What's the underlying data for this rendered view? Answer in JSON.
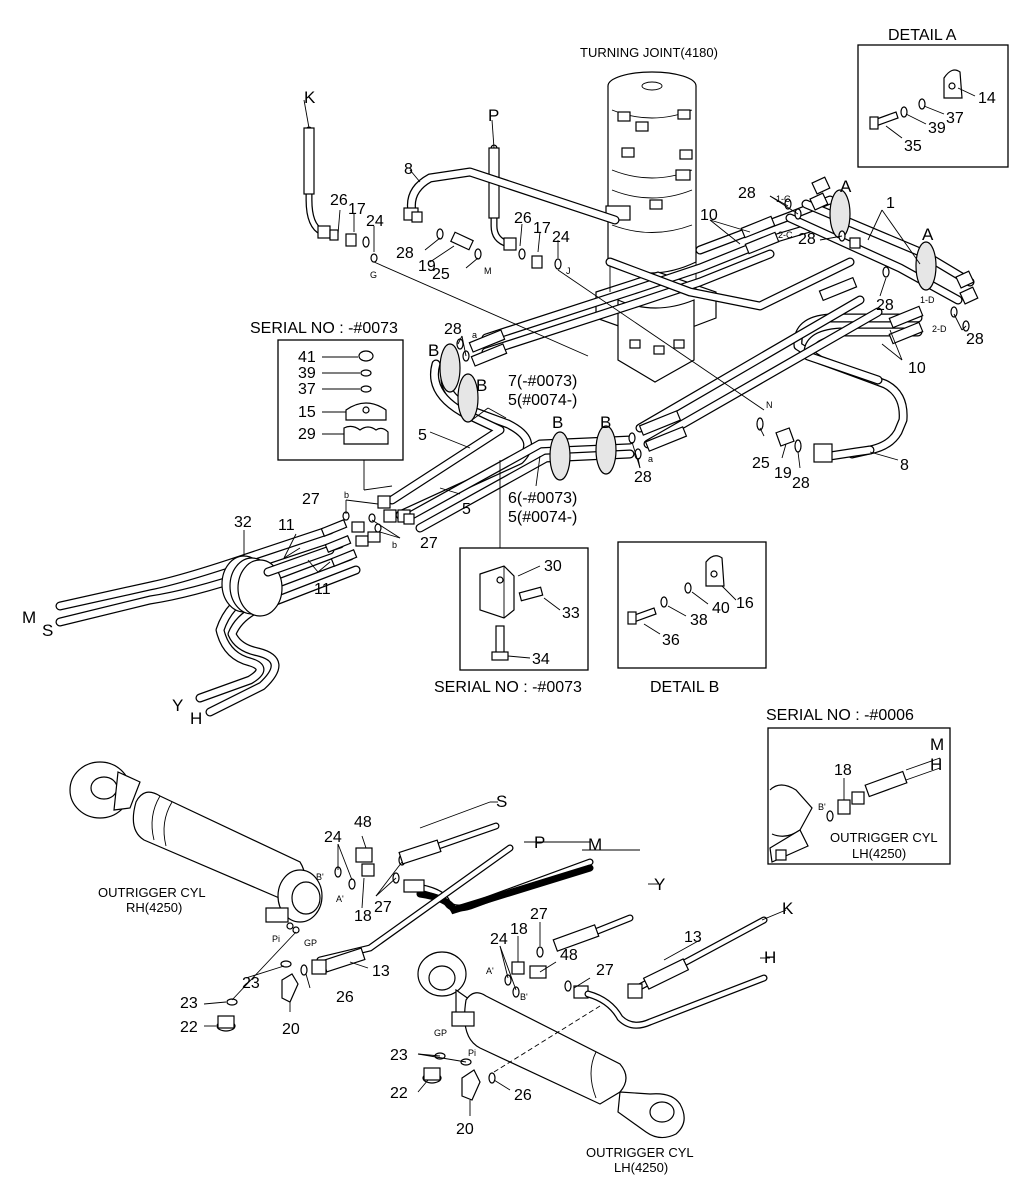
{
  "title_top": "TURNING JOINT(4180)",
  "detail_a": {
    "title": "DETAIL A",
    "callouts": [
      "14",
      "37",
      "39",
      "35"
    ]
  },
  "detail_b": {
    "title": "DETAIL B",
    "callouts": [
      "16",
      "40",
      "38",
      "36"
    ]
  },
  "serial_box_left": {
    "title": "SERIAL NO : -#0073",
    "callouts": [
      "41",
      "39",
      "37",
      "15",
      "29"
    ]
  },
  "serial_box_mid": {
    "caption": "SERIAL NO : -#0073",
    "callouts": [
      "30",
      "33",
      "34"
    ]
  },
  "serial_box_right": {
    "title": "SERIAL NO : -#0006",
    "callouts": [
      "18"
    ],
    "ports": [
      "M",
      "H",
      "B'"
    ],
    "caption_line1": "OUTRIGGER CYL",
    "caption_line2": "LH(4250)"
  },
  "upper_callouts": {
    "K": "K",
    "P": "P",
    "M": "M",
    "S": "S",
    "Y": "Y",
    "H": "H",
    "A1": "A",
    "A2": "A",
    "B1": "B",
    "B2": "B",
    "B3": "B",
    "B4": "B",
    "n1": "1",
    "n8a": "8",
    "n8b": "8",
    "n10a": "10",
    "n10b": "10",
    "n5a": "5",
    "n5b": "5",
    "n11a": "11",
    "n11b": "11",
    "n32": "32",
    "n7": "7(-#0073)",
    "n5c": "5(#0074-)",
    "n6": "6(-#0073)",
    "n5d": "5(#0074-)",
    "n17a": "17",
    "n17b": "17",
    "n24a": "24",
    "n24b": "24",
    "n26a": "26",
    "n26b": "26",
    "n28": "28",
    "n19a": "19",
    "n19b": "19",
    "n25a": "25",
    "n25b": "25",
    "n27a": "27",
    "n27b": "27",
    "port_1C": "1-C",
    "port_2C": "2-C",
    "port_1D": "1-D",
    "port_2D": "2-D",
    "G": "G",
    "Mport": "M",
    "J": "J",
    "N": "N",
    "a": "a",
    "b": "b"
  },
  "lower_rh": {
    "caption_line1": "OUTRIGGER CYL",
    "caption_line2": "RH(4250)",
    "ports": [
      "B'",
      "A'",
      "Pi",
      "GP"
    ],
    "callouts": [
      "S",
      "P",
      "M",
      "Y",
      "48",
      "24",
      "27",
      "18",
      "13",
      "26",
      "23",
      "23",
      "22",
      "20"
    ]
  },
  "lower_lh": {
    "caption_line1": "OUTRIGGER CYL",
    "caption_line2": "LH(4250)",
    "ports": [
      "A'",
      "B'",
      "GP",
      "Pi"
    ],
    "callouts": [
      "K",
      "H",
      "13",
      "24",
      "18",
      "27",
      "48",
      "27",
      "23",
      "22",
      "26",
      "20"
    ]
  }
}
